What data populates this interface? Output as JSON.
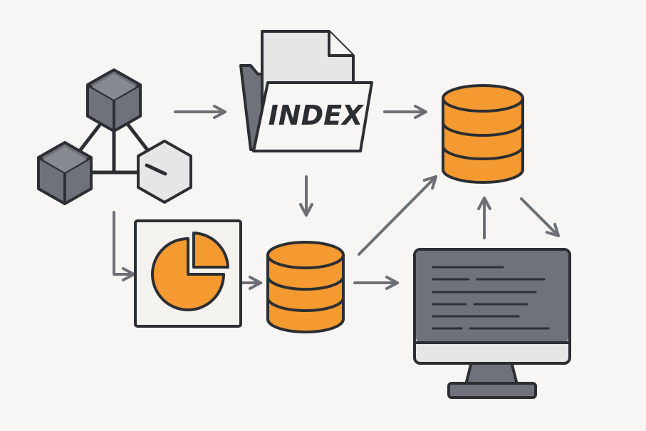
{
  "colors": {
    "background": "#f8f6f4",
    "outline": "#2b2e33",
    "gray": "#6f727a",
    "light": "#e6e6e6",
    "accent": "#f59a30",
    "arrow": "#6c6f76"
  },
  "nodes": [
    {
      "id": "network",
      "icon": "cube-network-icon"
    },
    {
      "id": "index_folder",
      "icon": "index-folder-icon",
      "label": "INDEX"
    },
    {
      "id": "pie_chart",
      "icon": "pie-chart-icon"
    },
    {
      "id": "database_center",
      "icon": "database-icon"
    },
    {
      "id": "database_top",
      "icon": "database-icon"
    },
    {
      "id": "monitor",
      "icon": "monitor-code-icon"
    }
  ],
  "edges": [
    {
      "from": "network",
      "to": "index_folder"
    },
    {
      "from": "network",
      "to": "pie_chart"
    },
    {
      "from": "index_folder",
      "to": "database_top"
    },
    {
      "from": "index_folder",
      "to": "database_center"
    },
    {
      "from": "pie_chart",
      "to": "database_center"
    },
    {
      "from": "database_center",
      "to": "database_top"
    },
    {
      "from": "database_center",
      "to": "monitor"
    },
    {
      "from": "monitor",
      "to": "database_top"
    },
    {
      "from": "database_top",
      "to": "monitor"
    }
  ]
}
